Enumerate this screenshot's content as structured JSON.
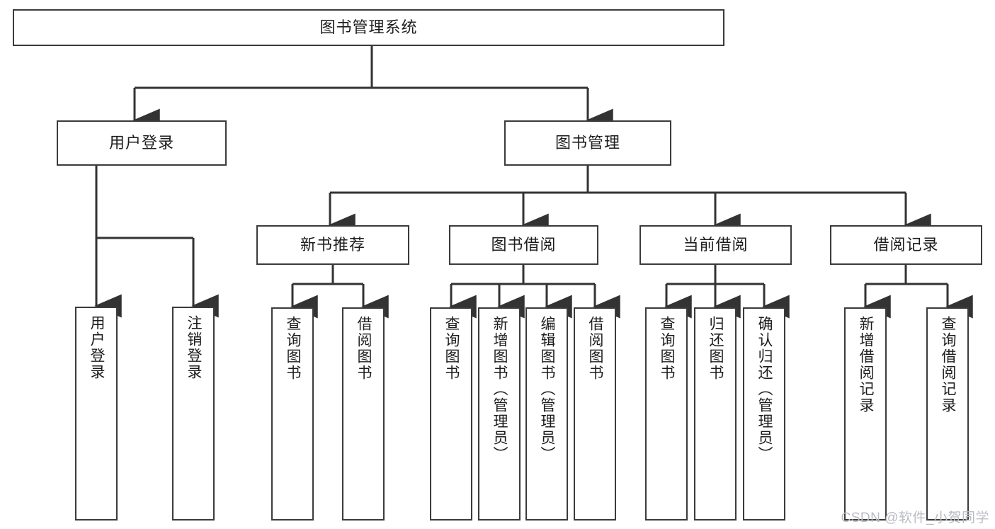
{
  "diagram": {
    "title": "图书管理系统",
    "type": "hierarchy-tree",
    "colors": {
      "box_border": "#3b3b3b",
      "box_fill": "#ffffff",
      "connector": "#333333",
      "text": "#1d1d1d",
      "watermark": "#b9bcc2",
      "background": "#ffffff"
    },
    "levels": {
      "root": "图书管理系统",
      "level2": [
        "用户登录",
        "图书管理"
      ],
      "level3": [
        "新书推荐",
        "图书借阅",
        "当前借阅",
        "借阅记录"
      ]
    },
    "nodes": {
      "root": {
        "label": "图书管理系统"
      },
      "user_login": {
        "label": "用户登录"
      },
      "book_manage": {
        "label": "图书管理"
      },
      "new_book_rec": {
        "label": "新书推荐"
      },
      "book_borrow": {
        "label": "图书借阅"
      },
      "current_borrow": {
        "label": "当前借阅"
      },
      "borrow_record": {
        "label": "借阅记录"
      }
    },
    "leaves": {
      "user_login": [
        {
          "label": "用户登录"
        },
        {
          "label": "注销登录"
        }
      ],
      "new_book_rec": [
        {
          "label": "查询图书"
        },
        {
          "label": "借阅图书"
        }
      ],
      "book_borrow": [
        {
          "label": "查询图书"
        },
        {
          "label": "新增图书（管理员）"
        },
        {
          "label": "编辑图书（管理员）"
        },
        {
          "label": "借阅图书"
        }
      ],
      "current_borrow": [
        {
          "label": "查询图书"
        },
        {
          "label": "归还图书"
        },
        {
          "label": "确认归还（管理员）"
        }
      ],
      "borrow_record": [
        {
          "label": "新增借阅记录"
        },
        {
          "label": "查询借阅记录"
        }
      ]
    },
    "watermark": "CSDN @软件_小贺同学"
  }
}
